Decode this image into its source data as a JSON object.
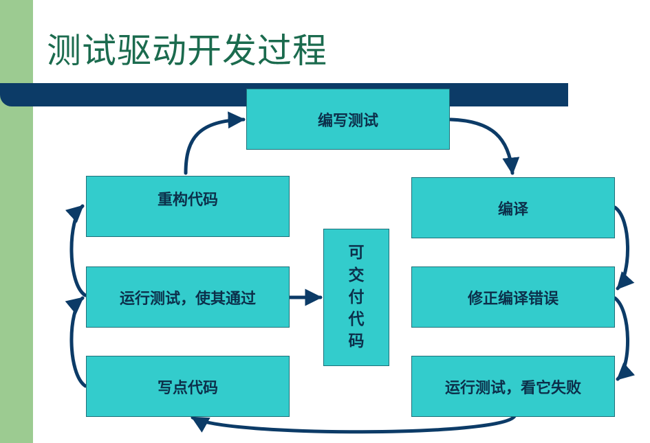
{
  "title": "测试驱动开发过程",
  "boxes": {
    "write_test": "编写测试",
    "refactor": "重构代码",
    "compile": "编译",
    "run_pass": "运行测试，使其通过",
    "fix_errors": "修正编译错误",
    "deliverable": "可交付代码",
    "write_code": "写点代码",
    "run_fail": "运行测试，看它失败"
  },
  "colors": {
    "box_fill": "#33cccc",
    "arrow": "#0c3b67",
    "title_text": "#1b6b4e",
    "title_bar": "#0c3b67",
    "side_strip": "#9ccb91"
  }
}
